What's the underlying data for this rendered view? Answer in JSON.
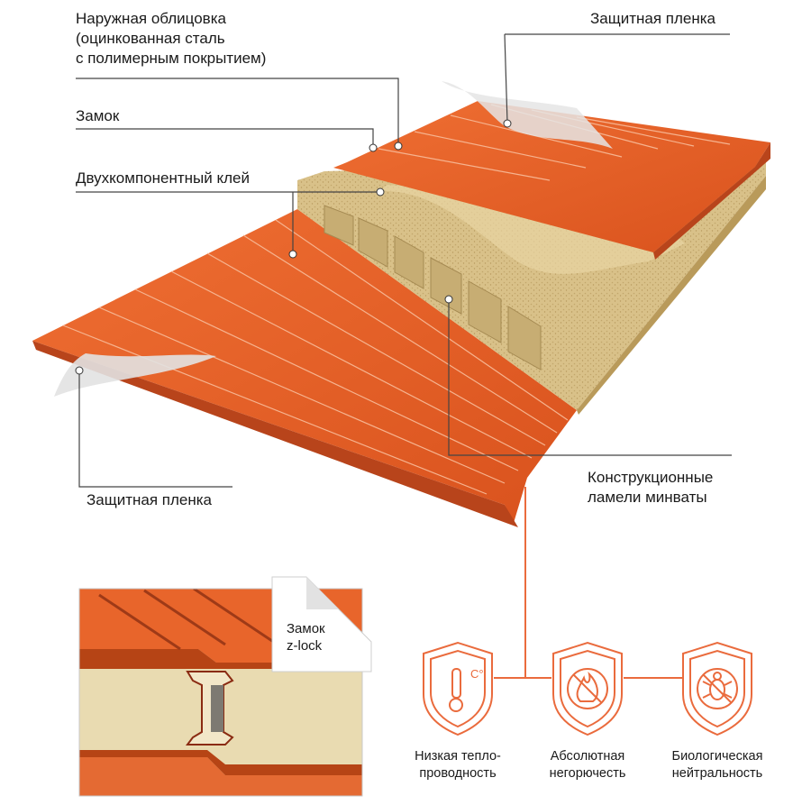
{
  "labels": {
    "outer_cladding": "Наружная облицовка\n(оцинкованная сталь\nс полимерным покрытием)",
    "protective_film_top": "Защитная пленка",
    "lock": "Замок",
    "adhesive": "Двухкомпонентный клей",
    "protective_film_bottom": "Защитная пленка",
    "mineral_wool": "Конструкционные\nламели минваты",
    "z_lock": "Замок\nz-lock"
  },
  "features": [
    {
      "icon": "thermometer-icon",
      "label": "Низкая тепло-\nпроводность"
    },
    {
      "icon": "fire-crossed-icon",
      "label": "Абсолютная\nнегорючесть"
    },
    {
      "icon": "bug-crossed-icon",
      "label": "Биологическая\nнейтральность"
    }
  ],
  "colors": {
    "panel_orange": "#e8622a",
    "panel_dark": "#c4461b",
    "wool": "#d8c08a",
    "film": "#e3e3e3",
    "accent_line": "#ea6b3d"
  }
}
